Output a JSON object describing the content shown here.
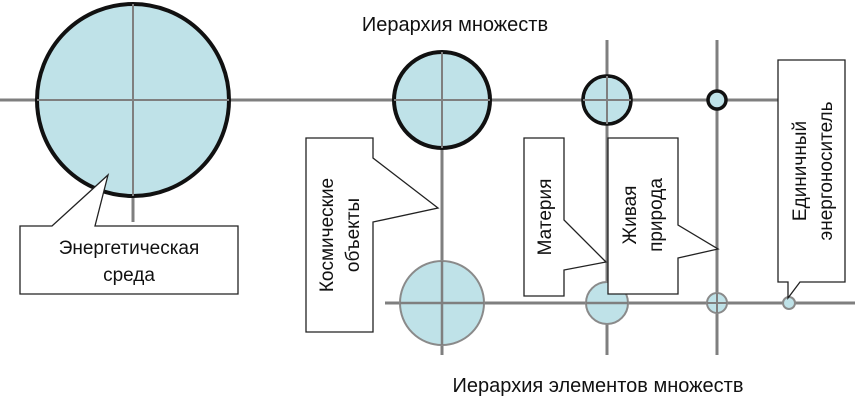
{
  "titles": {
    "top": "Иерархия множеств",
    "bottom": "Иерархия элементов множеств"
  },
  "callouts": {
    "energy_medium": [
      "Энергетическая",
      "среда"
    ],
    "cosmic_objects": [
      "Космические",
      "объекты"
    ],
    "matter": [
      "Материя"
    ],
    "living_nature": [
      "Живая",
      "природа"
    ],
    "single_carrier": [
      "Единичный",
      "энергоноситель"
    ]
  },
  "colors": {
    "circle_fill": "#bfe2e8",
    "line": "#7f7f7f",
    "outline_thick": "#111111"
  }
}
